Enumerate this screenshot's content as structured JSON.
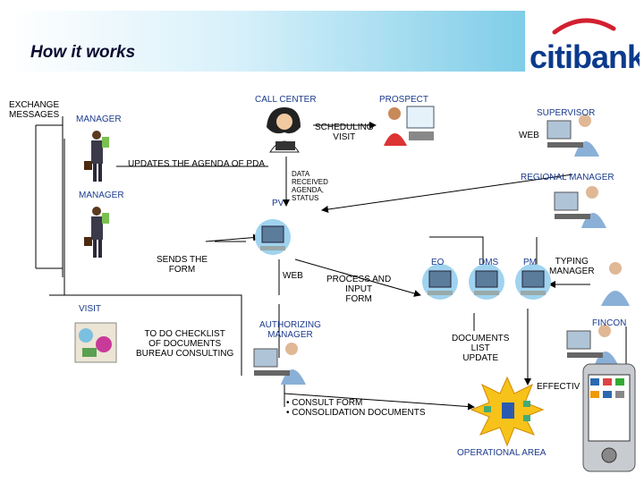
{
  "title": "How it works",
  "logo_text": "citibank",
  "colors": {
    "banner_start": "#ffffff",
    "banner_end": "#7fcde8",
    "logo_blue": "#0a3a8c",
    "logo_arc": "#d22030",
    "label_blue": "#1a3a8c",
    "burst": "#f7c21a",
    "computer_glow": "#3aa0d8"
  },
  "labels": {
    "exchange_messages": "EXCHANGE\nMESSAGES",
    "manager_1": "MANAGER",
    "manager_2": "MANAGER",
    "call_center": "CALL CENTER",
    "prospect": "PROSPECT",
    "supervisor": "SUPERVISOR",
    "scheduling_visit": "SCHEDULING\nVISIT",
    "web_supervisor": "WEB",
    "updates_pda": "UPDATES THE AGENDA OF PDA",
    "data_received": "DATA\nRECEIVED\nAGENDA,\nSTATUS",
    "pv": "PV",
    "regional_manager": "REGIONAL MANAGER",
    "sends_form": "SENDS THE\nFORM",
    "web_center": "WEB",
    "process_input": "PROCESS AND\nINPUT\nFORM",
    "eo": "EO",
    "dms": "DMS",
    "pm": "PM",
    "typing_manager": "TYPING\nMANAGER",
    "visit": "VISIT",
    "todo_checklist": "TO DO CHECKLIST\nOF DOCUMENTS\nBUREAU CONSULTING",
    "authorizing_manager": "AUTHORIZING\nMANAGER",
    "fincon": "FINCON",
    "documents_list": "DOCUMENTS\nLIST\nUPDATE",
    "effectiv": "EFFECTIV",
    "consult_form": "• CONSULT FORM\n• CONSOLIDATION DOCUMENTS",
    "operational_area": "OPERATIONAL AREA"
  }
}
